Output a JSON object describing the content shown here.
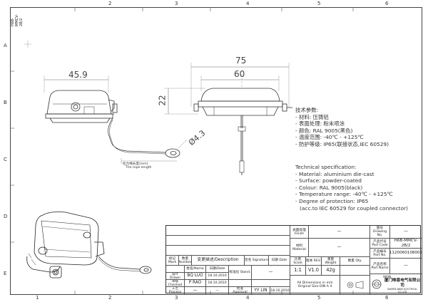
{
  "sheet": {
    "corner_strip": "H6B-MMCV-2B/2",
    "zones_top": [
      "1",
      "2",
      "3",
      "4",
      "5",
      "6"
    ],
    "zones_left": [
      "A",
      "B",
      "C",
      "D",
      "E"
    ]
  },
  "dimensions": {
    "width_left": "45.9",
    "overall": "75",
    "inner": "60",
    "height": "22",
    "ring": "Ø4.3"
  },
  "rope": {
    "label_cn": "拉力绳长度(mm)",
    "label_en": "The rope length"
  },
  "spec_cn": {
    "title": "技术参数:",
    "lines": [
      "- 材料: 压铸铝",
      "- 表面处理: 粉末喷涂",
      "- 颜色: RAL 9005(黑色)",
      "- 温度范围: -40℃ - +125℃",
      "- 防护等级: IP65(联接状态,IEC 60529)"
    ]
  },
  "spec_en": {
    "title": "Technical specification:",
    "lines": [
      "- Material: aluminium die-cast",
      "- Surface: powder-coated",
      "- Colour: RAL 9005(black)",
      "- Temperature range: -40℃ - +125℃",
      "- Degree of protection: IP65",
      "(acc.to IEC 60529 for coupled connector)"
    ]
  },
  "title_block": {
    "mark": "标记 Mark",
    "number": "数量 Number",
    "description": "变更描述/Description",
    "signature": "签名 Signature",
    "date": "日期 Date",
    "name_hdr": "姓名/Name",
    "date_hdr": "日期/Date",
    "surface_treatment": "表面处理 Finish",
    "material": "材料 Material",
    "drawing_no_label": "图号 Drawing No.",
    "drawing_no_value": "—",
    "part_code_label": "产品代号 Part Code",
    "part_code_value": "H6B-MMCV-2B/2",
    "part_no_label": "产品编号 Part No.",
    "part_no_value": "1120060108002",
    "part_name_label": "产品名称 Part Name",
    "part_name_value": "—",
    "drawn_label": "设计 Drawn",
    "drawn_name": "BQ LUO",
    "drawn_date": "18.10.2010",
    "checked_label": "审核 Checked",
    "checked_name": "P RAO",
    "checked_date": "18.10.2010",
    "process_label": "工艺 Process",
    "process_name": "—",
    "process_date": "—",
    "standard_label": "标准化 Stand.",
    "standard_value": "—",
    "approval_label": "批准 Approval",
    "approval_name": "YY LIN",
    "approval_date": "18.10.2010",
    "scale_label": "比例 Scale",
    "scale_value": "1:1",
    "revision_label": "版本 REV.",
    "revision_value": "V1.0",
    "weight_label": "重量 Weight",
    "weight_value": "42g",
    "quantity_label": "数量 Qty.",
    "quantity_value": "",
    "finish_value": "—",
    "material_value": "—",
    "dims_note": "All Dimensions in mm Original Size DIN A 4",
    "company_cn": "厦门唯恩电气有限公司",
    "company_en": "XIAMEN WAIN ELECTRICAL CO.,LTD",
    "logo_text": "WAIN"
  }
}
